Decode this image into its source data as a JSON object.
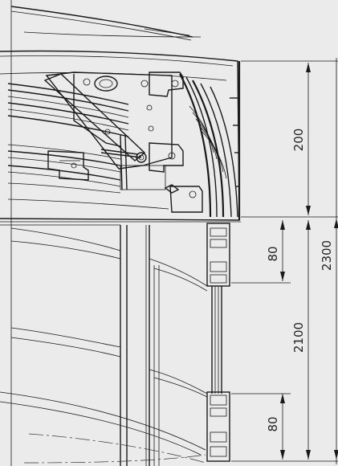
{
  "dimensions": {
    "header_height": "200",
    "total_height": "2300",
    "top_rail": "80",
    "door_height": "2100",
    "bottom_rail": "80"
  },
  "colors": {
    "background": "#ebebeb",
    "line": "#1a1a1a",
    "bracket_fill": "#ffffff",
    "dark_profile": "#3a3a3a"
  }
}
